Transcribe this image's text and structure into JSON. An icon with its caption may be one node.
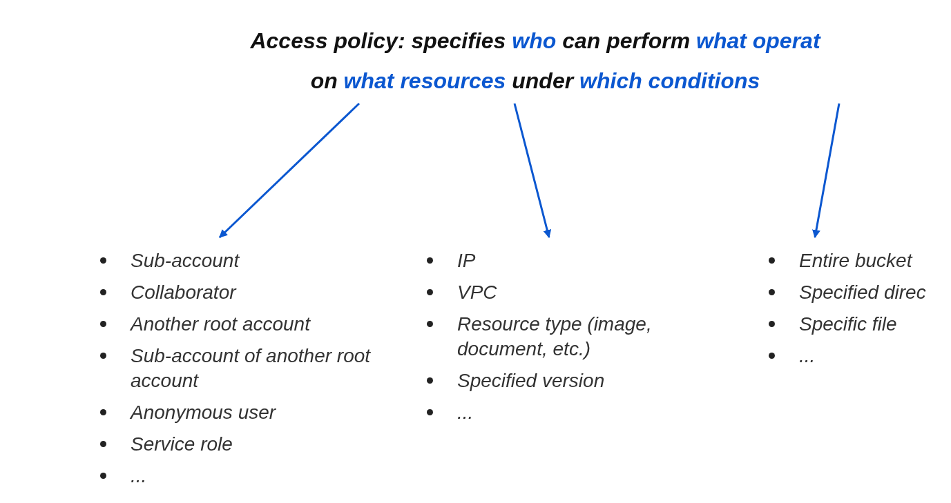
{
  "diagram": {
    "nodes": [
      {
        "text": [
          "Access policy: specifies *who* can perform *what operat* on *what resources* under *which conditions*"
        ]
      },
      {
        "text": [
          "Sub-account",
          "Collaborator",
          "Another root account",
          "Sub-account of another root account",
          "Anonymous user",
          "Service role",
          "..."
        ]
      },
      {
        "text": [
          "IP",
          "VPC",
          "Resource type (image, document, etc.)",
          "Specified version",
          "..."
        ]
      },
      {
        "text": [
          "Entire bucket",
          "Specified direc",
          "Specific file",
          "..."
        ]
      }
    ],
    "edges": [
      {
        "from": 0,
        "to": 1,
        "arrow": "to"
      },
      {
        "from": 0,
        "to": 2,
        "arrow": "to"
      },
      {
        "from": 0,
        "to": 3,
        "arrow": "to"
      }
    ]
  }
}
